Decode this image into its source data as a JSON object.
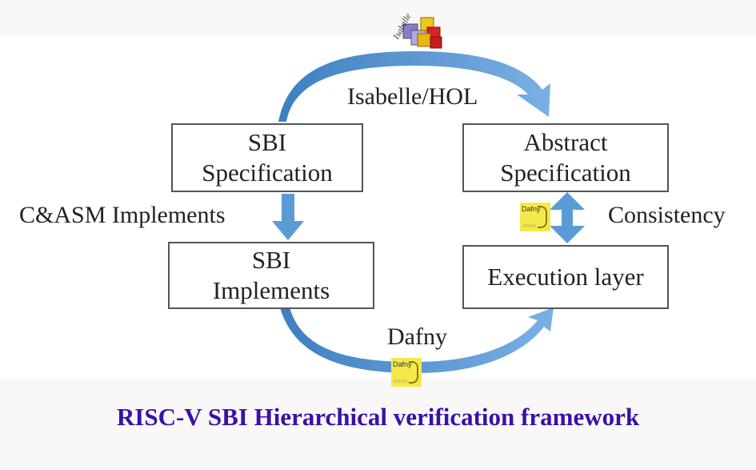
{
  "boxes": {
    "sbi_spec": [
      "SBI",
      "Specification"
    ],
    "abstract_spec": [
      "Abstract",
      "Specification"
    ],
    "sbi_impl": [
      "SBI",
      "Implements"
    ],
    "exec_layer": [
      "Execution layer"
    ]
  },
  "labels": {
    "isabelle_hol": "Isabelle/HOL",
    "c_asm": "C&ASM Implements",
    "consistency": "Consistency",
    "dafny": "Dafny"
  },
  "logos": {
    "isabelle": "Isabelle",
    "dafny": "Dafny"
  },
  "caption": "RISC-V SBI Hierarchical verification framework",
  "colors": {
    "arrow": "#5b9bd5",
    "caption": "#3a10a8",
    "dafny_logo_bg": "#f4e94a"
  }
}
